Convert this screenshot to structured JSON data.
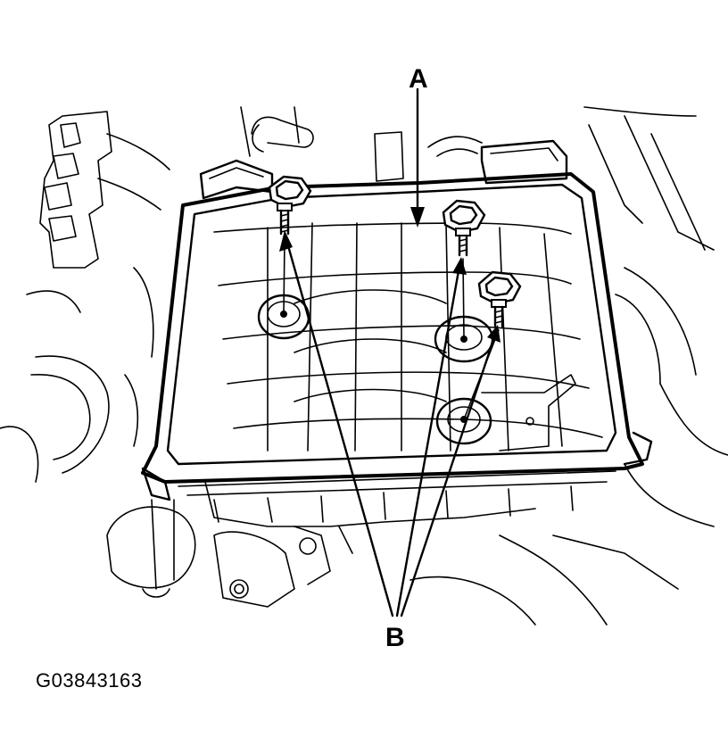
{
  "diagram": {
    "callouts": {
      "a": "A",
      "b": "B"
    },
    "figure_id": "G03843163"
  }
}
